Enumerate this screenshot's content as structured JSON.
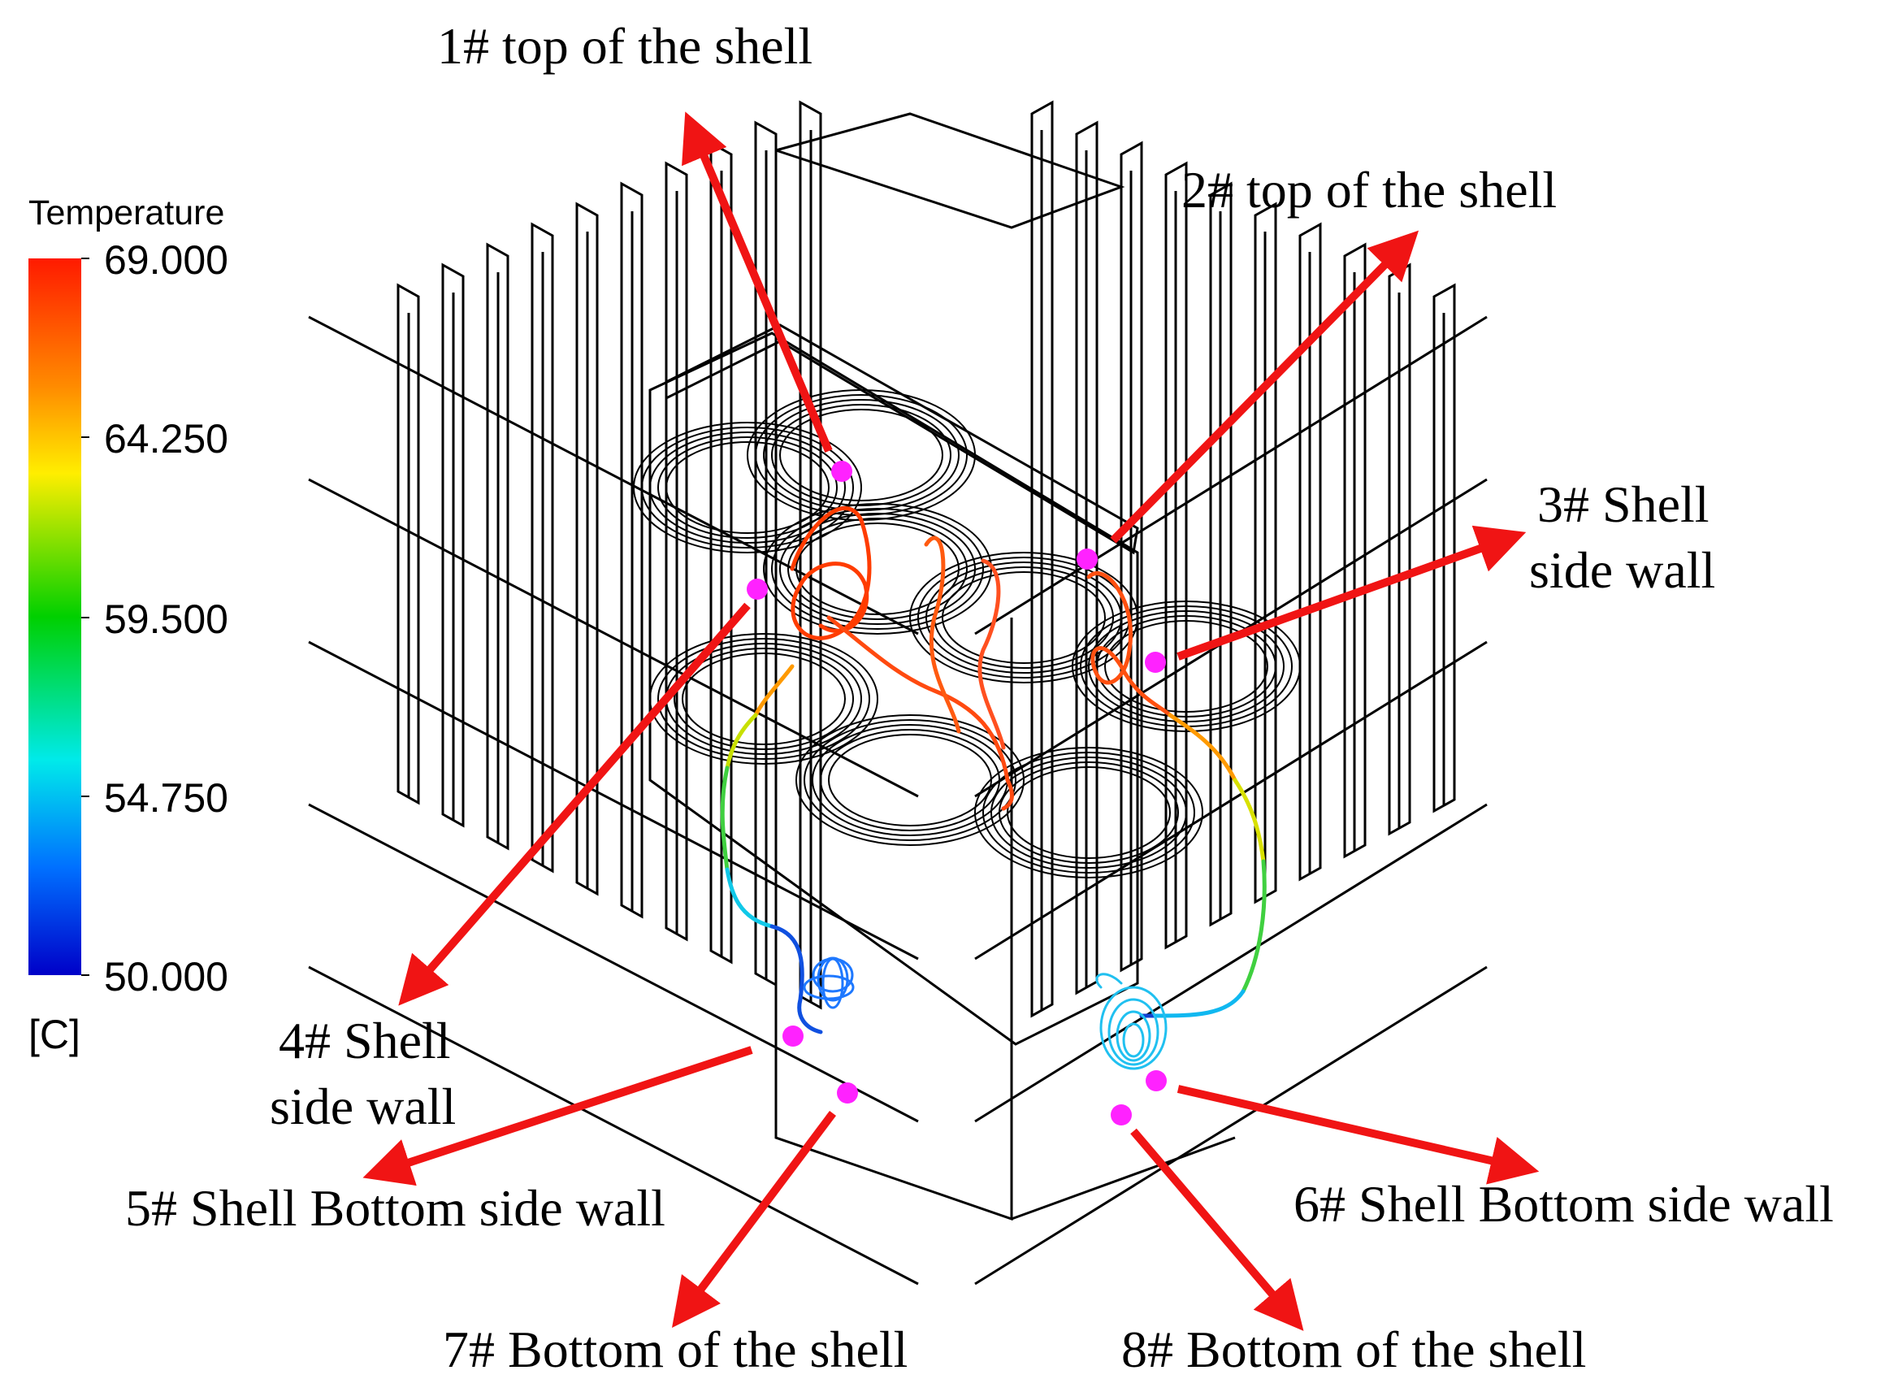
{
  "legend": {
    "title": "Temperature",
    "ticks": [
      "69.000",
      "64.250",
      "59.500",
      "54.750",
      "50.000"
    ],
    "unit": "[C]",
    "min": 50.0,
    "max": 69.0,
    "colors": [
      "#ff0000",
      "#ff8c00",
      "#ffff00",
      "#00c800",
      "#00e6e6",
      "#0050ff",
      "#0000c8"
    ]
  },
  "annotations": [
    {
      "id": "1",
      "lines": [
        "1# top of the shell"
      ]
    },
    {
      "id": "2",
      "lines": [
        "2# top of the shell"
      ]
    },
    {
      "id": "3",
      "lines": [
        "3# Shell",
        "side wall"
      ]
    },
    {
      "id": "4",
      "lines": [
        "4# Shell",
        "side wall"
      ]
    },
    {
      "id": "5",
      "lines": [
        "5# Shell Bottom side wall"
      ]
    },
    {
      "id": "6",
      "lines": [
        "6# Shell Bottom side wall"
      ]
    },
    {
      "id": "7",
      "lines": [
        "7# Bottom of the shell"
      ]
    },
    {
      "id": "8",
      "lines": [
        "8# Bottom of the shell"
      ]
    }
  ],
  "colors": {
    "arrow": "#f01414",
    "marker": "#ff22ff",
    "wireframe": "#000000",
    "hot_streamline": "#ff3c00",
    "cold_streamline": "#1e78ff"
  }
}
